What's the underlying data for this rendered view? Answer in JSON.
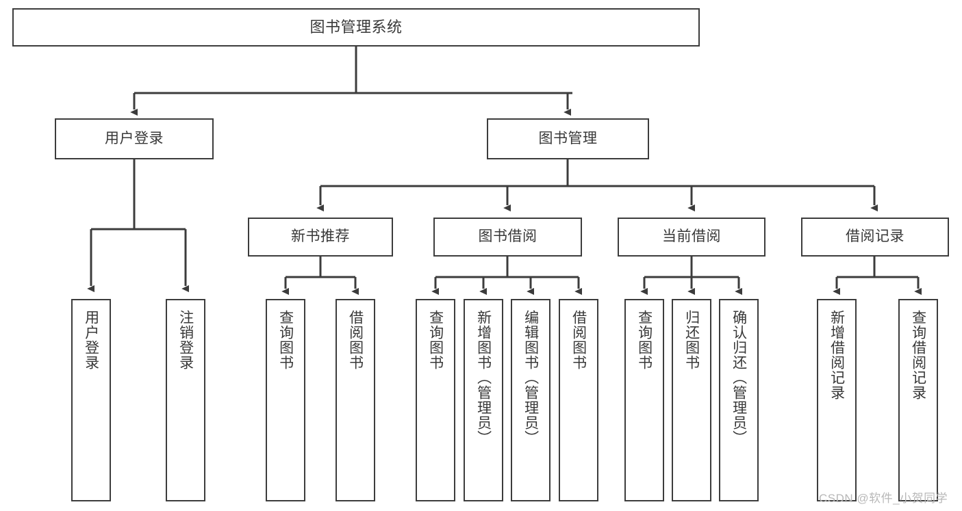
{
  "diagram": {
    "type": "tree-hierarchy-chart",
    "title": "图书管理系统",
    "watermark": "CSDN @软件_小贺同学",
    "colors": {
      "box_border": "#3c3c3c",
      "box_fill": "#ffffff",
      "text": "#383838",
      "edge": "#3c3c3c",
      "watermark": "#b8b8b8",
      "background": "#ffffff"
    },
    "root": {
      "label": "图书管理系统"
    },
    "level2": [
      {
        "id": "user-login",
        "label": "用户登录"
      },
      {
        "id": "book-manage",
        "label": "图书管理"
      }
    ],
    "level3": [
      {
        "id": "new-book-rec",
        "label": "新书推荐"
      },
      {
        "id": "book-borrow",
        "label": "图书借阅"
      },
      {
        "id": "current-borrow",
        "label": "当前借阅"
      },
      {
        "id": "borrow-record",
        "label": "借阅记录"
      }
    ],
    "leaves": {
      "user_login": [
        {
          "id": "leaf-user-login",
          "label": "用户登录"
        },
        {
          "id": "leaf-logout",
          "label": "注销登录"
        }
      ],
      "new_book_rec": [
        {
          "id": "leaf-query-book-1",
          "label": "查询图书"
        },
        {
          "id": "leaf-borrow-book-1",
          "label": "借阅图书"
        }
      ],
      "book_borrow": [
        {
          "id": "leaf-query-book-2",
          "label": "查询图书"
        },
        {
          "id": "leaf-add-book",
          "label": "新增图书（管理员）"
        },
        {
          "id": "leaf-edit-book",
          "label": "编辑图书（管理员）"
        },
        {
          "id": "leaf-borrow-book-2",
          "label": "借阅图书"
        }
      ],
      "current_borrow": [
        {
          "id": "leaf-query-book-3",
          "label": "查询图书"
        },
        {
          "id": "leaf-return-book",
          "label": "归还图书"
        },
        {
          "id": "leaf-confirm-return",
          "label": "确认归还（管理员）"
        }
      ],
      "borrow_record": [
        {
          "id": "leaf-add-record",
          "label": "新增借阅记录"
        },
        {
          "id": "leaf-query-record",
          "label": "查询借阅记录"
        }
      ]
    }
  }
}
